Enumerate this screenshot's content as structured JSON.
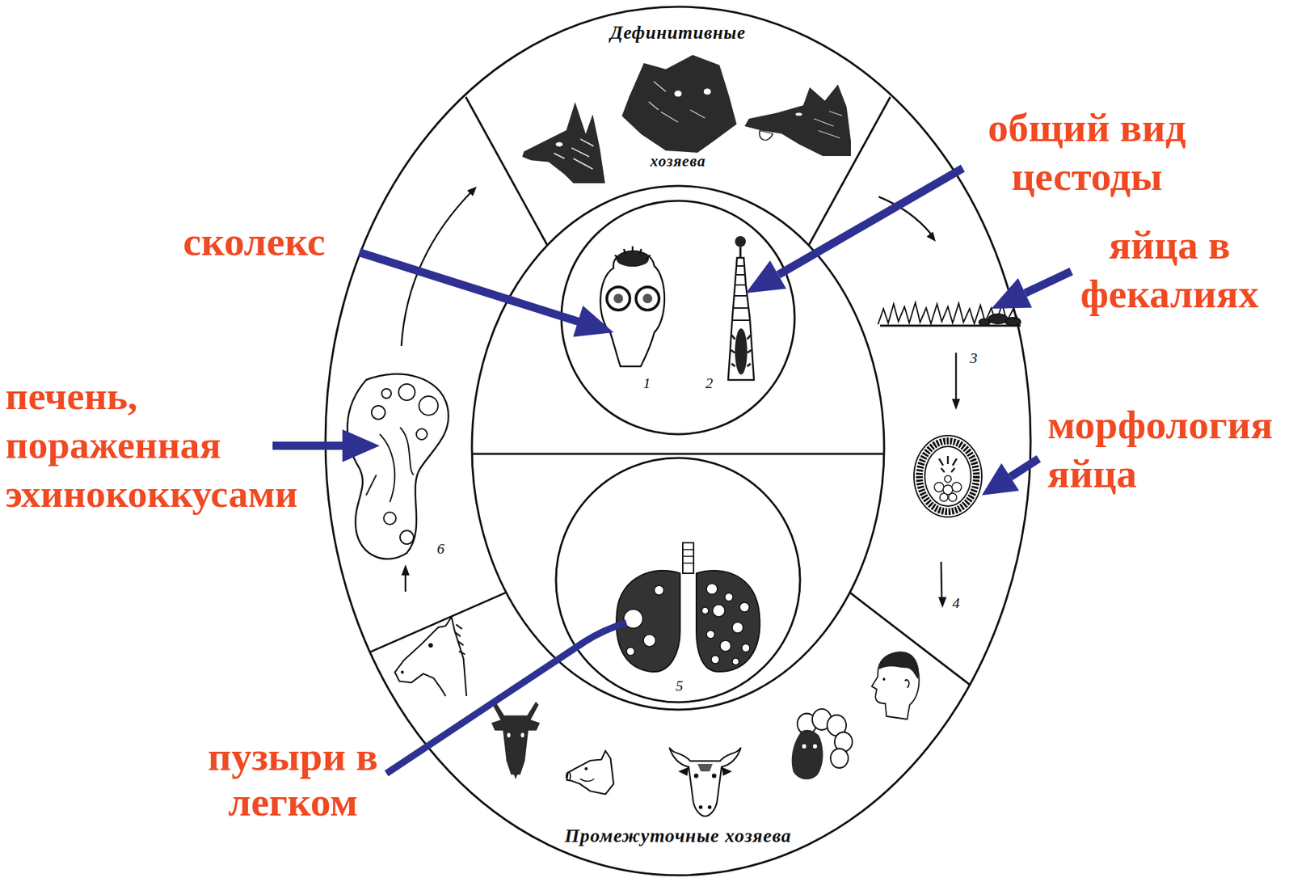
{
  "diagram": {
    "nodes": [
      {
        "text": [
          "Дефинитивные",
          "хозяева"
        ]
      },
      {
        "text": [
          "Промежуточные хозяева"
        ]
      }
    ],
    "labels": [
      "общий вид цестоды",
      "сколекс",
      "яйца в фекалиях",
      "печень, пораженная эхинококкусами",
      "морфология яйца",
      "1",
      "2",
      "3",
      "6",
      "4",
      "5",
      "пузыри в легком"
    ]
  }
}
